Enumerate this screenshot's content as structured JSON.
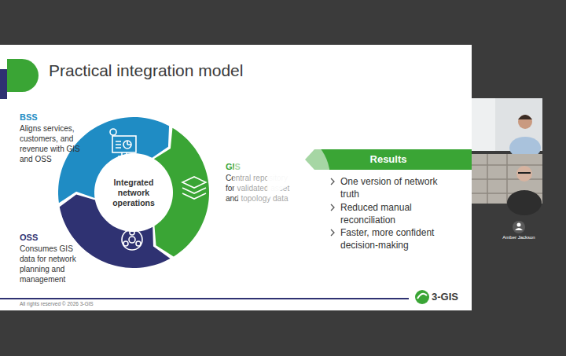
{
  "diagram": {
    "title": "Practical integration model",
    "nodes": [
      {
        "text": [
          "Integrated network operations"
        ]
      },
      {
        "text": [
          "BSS",
          "Aligns services, customers, and revenue with GIS and OSS"
        ]
      },
      {
        "text": [
          "GIS",
          "Central repository for validated asset and topology data"
        ]
      },
      {
        "text": [
          "OSS",
          "Consumes GIS data for network planning and management"
        ]
      },
      {
        "text": [
          "Results"
        ]
      }
    ],
    "labels": [
      "One version of network truth",
      "Reduced manual reconciliation",
      "Faster, more confident decision-making",
      "All rights reserved © 2026 3-GIS",
      "3-GIS",
      "Amber Jackson"
    ]
  }
}
